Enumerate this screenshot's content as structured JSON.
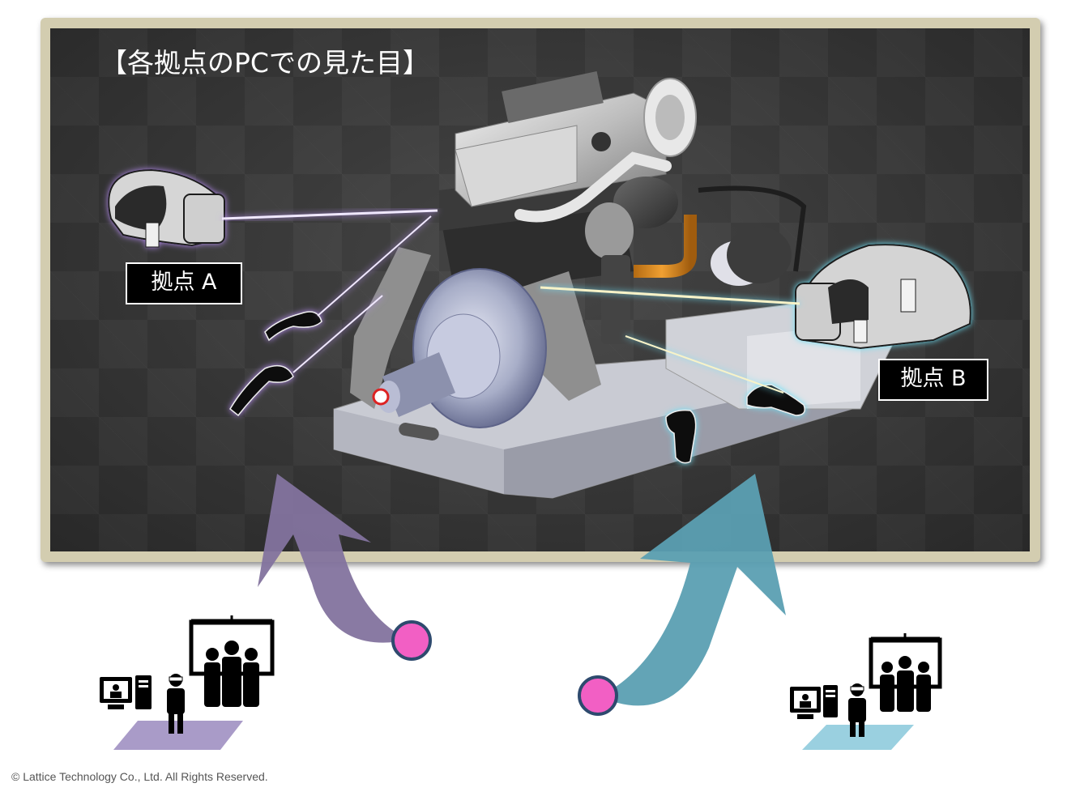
{
  "screen": {
    "title": "【各拠点のPCでの見た目】"
  },
  "sites": [
    {
      "id": "a",
      "label": "拠点 A",
      "color": "#9b7fc1",
      "floor_color": "#a99bc8"
    },
    {
      "id": "b",
      "label": "拠点 B",
      "color": "#5fc8e0",
      "floor_color": "#9ad0e0"
    }
  ],
  "arrows": {
    "left_color": "#83739e",
    "right_color": "#5b9fb2",
    "origin_dot_color": "#f25fc4",
    "origin_dot_border": "#2e4a6e"
  },
  "footer": {
    "copyright": "© Lattice Technology Co., Ltd. All Rights Reserved."
  }
}
